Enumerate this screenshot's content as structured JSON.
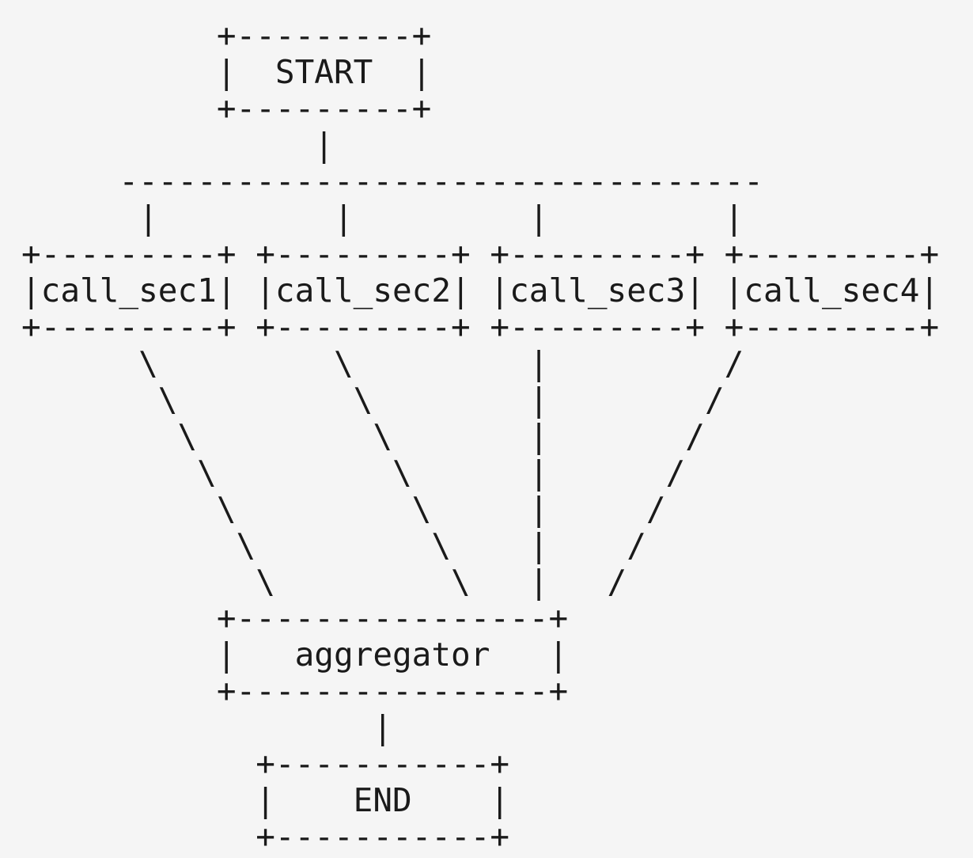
{
  "diagram": {
    "lines": [
      "          +---------+",
      "          |  START  |",
      "          +---------+",
      "               |",
      "     ---------------------------------",
      "      |         |         |         |",
      "+---------+ +---------+ +---------+ +---------+",
      "|call_sec1| |call_sec2| |call_sec3| |call_sec4|",
      "+---------+ +---------+ +---------+ +---------+",
      "      \\         \\         |         /",
      "       \\         \\        |        /",
      "        \\         \\       |       /",
      "         \\         \\      |      /",
      "          \\         \\     |     /",
      "           \\         \\    |    /",
      "            \\         \\   |   /",
      "          +----------------+",
      "          |   aggregator   |",
      "          +----------------+",
      "                  |",
      "            +-----------+",
      "            |    END    |",
      "            +-----------+"
    ]
  }
}
